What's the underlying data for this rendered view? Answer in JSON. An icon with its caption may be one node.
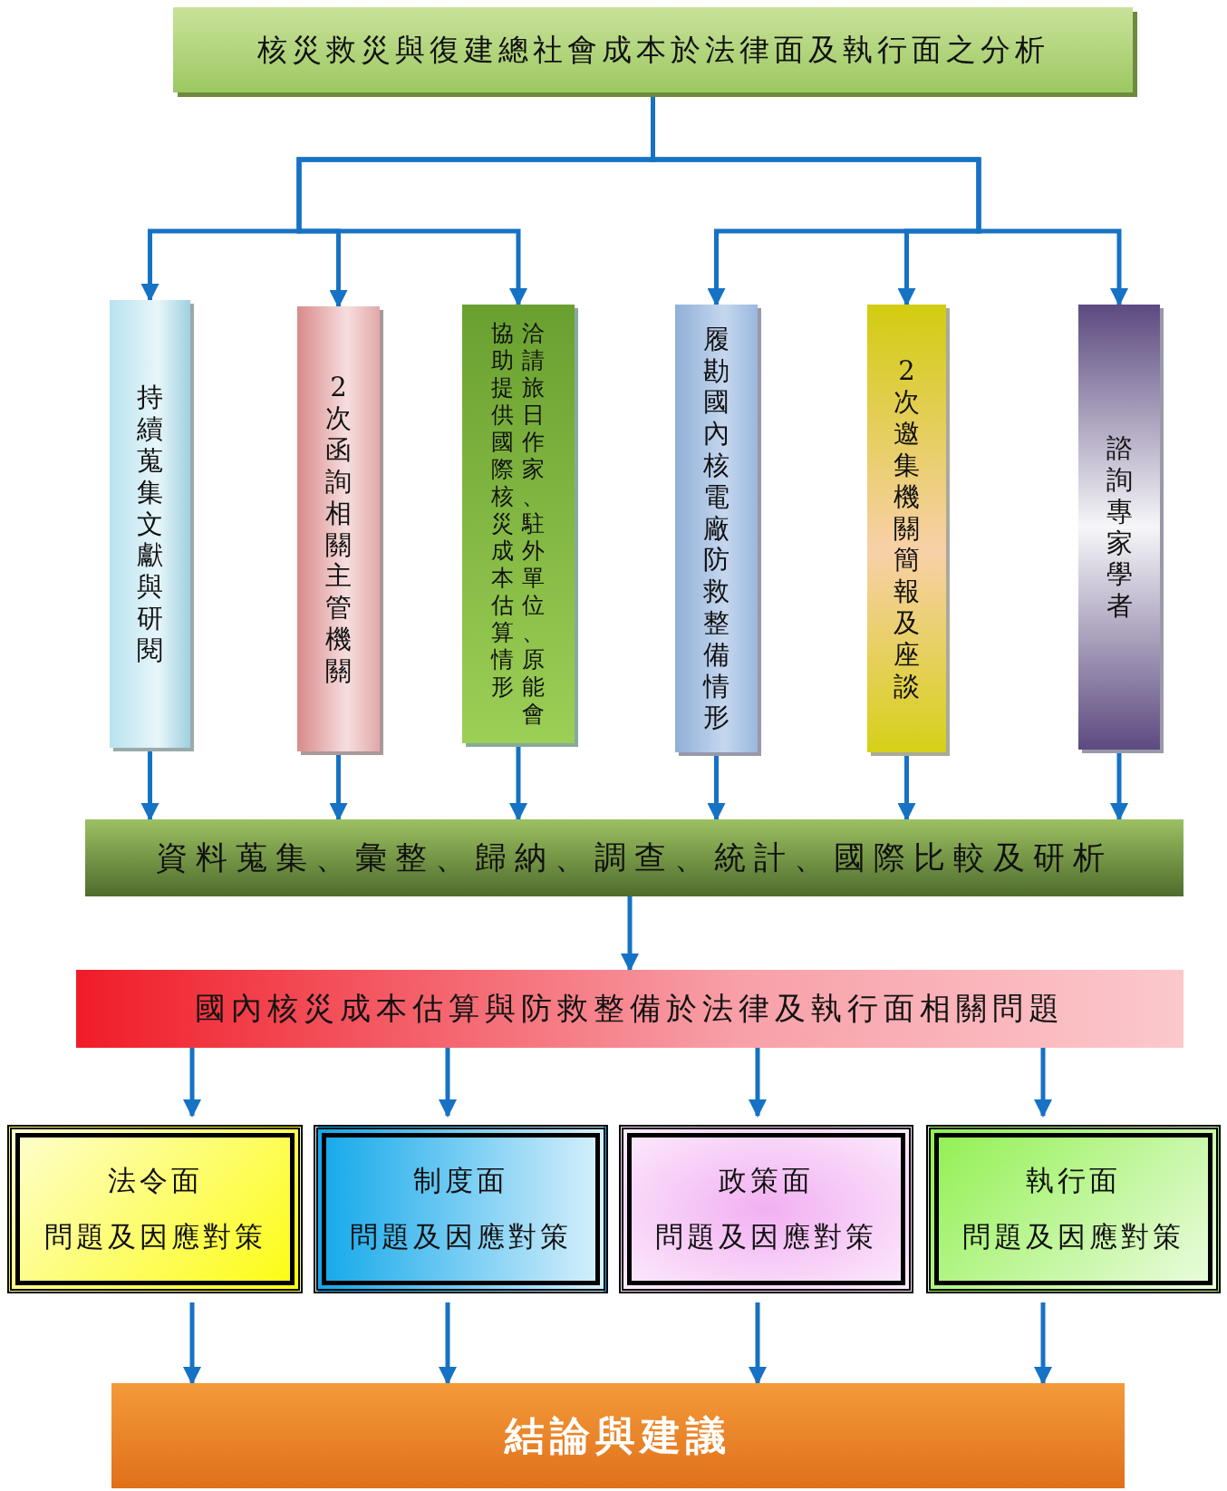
{
  "diagram": {
    "nodes": [
      {
        "text": [
          "核災救災與復建總社會成本於法律面及執行面之分析"
        ]
      },
      {
        "text": [
          "持續蒐集文獻與研閱"
        ]
      },
      {
        "text": [
          "2次函詢相關主管機關"
        ]
      },
      {
        "text": [
          "洽請旅日作家、駐外單位、原能會協助提供國際核災成本估算情形"
        ]
      },
      {
        "text": [
          "履勘國內核電廠防救整備情形"
        ]
      },
      {
        "text": [
          "2次邀集機關簡報及座談"
        ]
      },
      {
        "text": [
          "諮詢專家學者"
        ]
      },
      {
        "text": [
          "資料蒐集、彙整、歸納、調查、統計、國際比較及研析"
        ]
      },
      {
        "text": [
          "國內核災成本估算與防救整備於法律及執行面相關問題"
        ]
      },
      {
        "text": [
          "法令面",
          "問題及因應對策"
        ]
      },
      {
        "text": [
          "制度面",
          "問題及因應對策"
        ]
      },
      {
        "text": [
          "政策面",
          "問題及因應對策"
        ]
      },
      {
        "text": [
          "執行面",
          "問題及因應對策"
        ]
      },
      {
        "text": [
          "結論與建議"
        ]
      }
    ],
    "edges": [
      {
        "from": 0,
        "to": 1,
        "arrow": "to"
      },
      {
        "from": 0,
        "to": 2,
        "arrow": "to"
      },
      {
        "from": 0,
        "to": 3,
        "arrow": "to"
      },
      {
        "from": 0,
        "to": 4,
        "arrow": "to"
      },
      {
        "from": 0,
        "to": 5,
        "arrow": "to"
      },
      {
        "from": 0,
        "to": 6,
        "arrow": "to"
      },
      {
        "from": 1,
        "to": 7,
        "arrow": "to"
      },
      {
        "from": 2,
        "to": 7,
        "arrow": "to"
      },
      {
        "from": 3,
        "to": 7,
        "arrow": "to"
      },
      {
        "from": 4,
        "to": 7,
        "arrow": "to"
      },
      {
        "from": 5,
        "to": 7,
        "arrow": "to"
      },
      {
        "from": 6,
        "to": 7,
        "arrow": "to"
      },
      {
        "from": 7,
        "to": 8,
        "arrow": "to"
      },
      {
        "from": 8,
        "to": 9,
        "arrow": "to"
      },
      {
        "from": 8,
        "to": 10,
        "arrow": "to"
      },
      {
        "from": 8,
        "to": 11,
        "arrow": "to"
      },
      {
        "from": 8,
        "to": 12,
        "arrow": "to"
      },
      {
        "from": 9,
        "to": 13,
        "arrow": "to"
      },
      {
        "from": 10,
        "to": 13,
        "arrow": "to"
      },
      {
        "from": 11,
        "to": 13,
        "arrow": "to"
      },
      {
        "from": 12,
        "to": 13,
        "arrow": "to"
      }
    ]
  }
}
